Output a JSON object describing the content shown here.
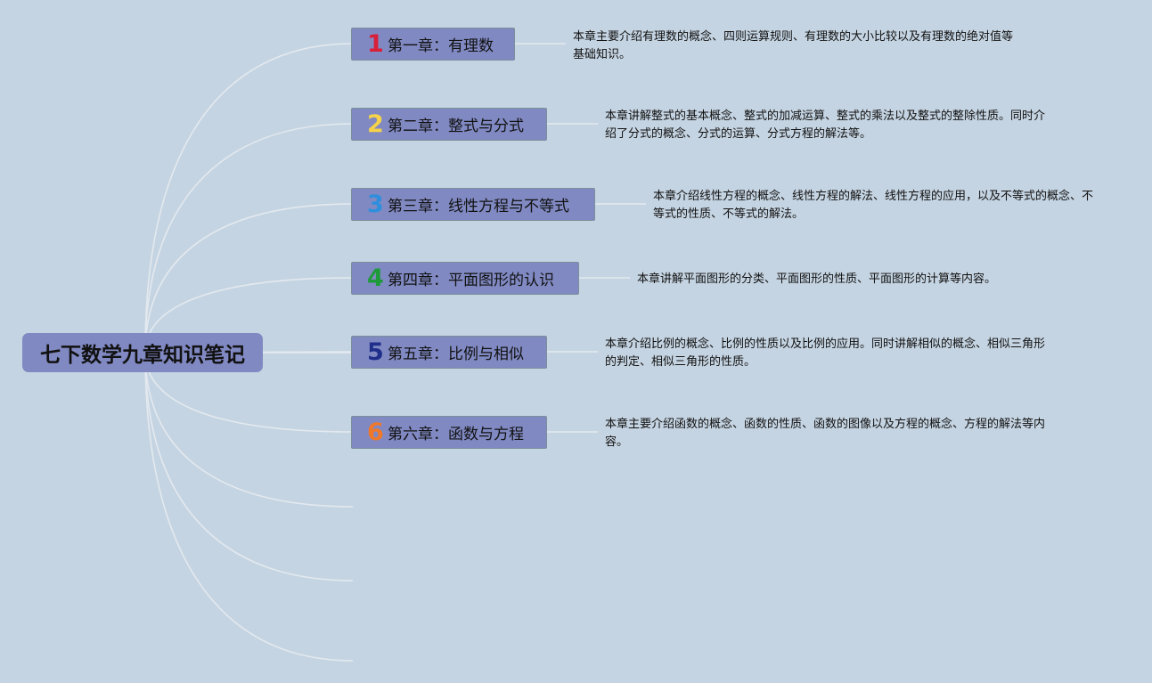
{
  "root": {
    "title": "七下数学九章知识笔记"
  },
  "chapters": [
    {
      "number": "1",
      "label": "第一章：有理数",
      "color": "#d8203a",
      "description": "本章主要介绍有理数的概念、四则运算规则、有理数的大小比较以及有理数的绝对值等基础知识。"
    },
    {
      "number": "2",
      "label": "第二章：整式与分式",
      "color": "#f5d24a",
      "description": "本章讲解整式的基本概念、整式的加减运算、整式的乘法以及整式的整除性质。同时介绍了分式的概念、分式的运算、分式方程的解法等。"
    },
    {
      "number": "3",
      "label": "第三章：线性方程与不等式",
      "color": "#2f8fdc",
      "description": "本章介绍线性方程的概念、线性方程的解法、线性方程的应用，以及不等式的概念、不等式的性质、不等式的解法。"
    },
    {
      "number": "4",
      "label": "第四章：平面图形的认识",
      "color": "#1f9a3a",
      "description": "本章讲解平面图形的分类、平面图形的性质、平面图形的计算等内容。"
    },
    {
      "number": "5",
      "label": "第五章：比例与相似",
      "color": "#1f2f8a",
      "description": "本章介绍比例的概念、比例的性质以及比例的应用。同时讲解相似的概念、相似三角形的判定、相似三角形的性质。"
    },
    {
      "number": "6",
      "label": "第六章：函数与方程",
      "color": "#f0782a",
      "description": "本章主要介绍函数的概念、函数的性质、函数的图像以及方程的概念、方程的解法等内容。"
    }
  ],
  "colors": {
    "background": "#c5d4e2",
    "node_fill": "#8089c2",
    "branch_line": "#e3e9ef"
  }
}
